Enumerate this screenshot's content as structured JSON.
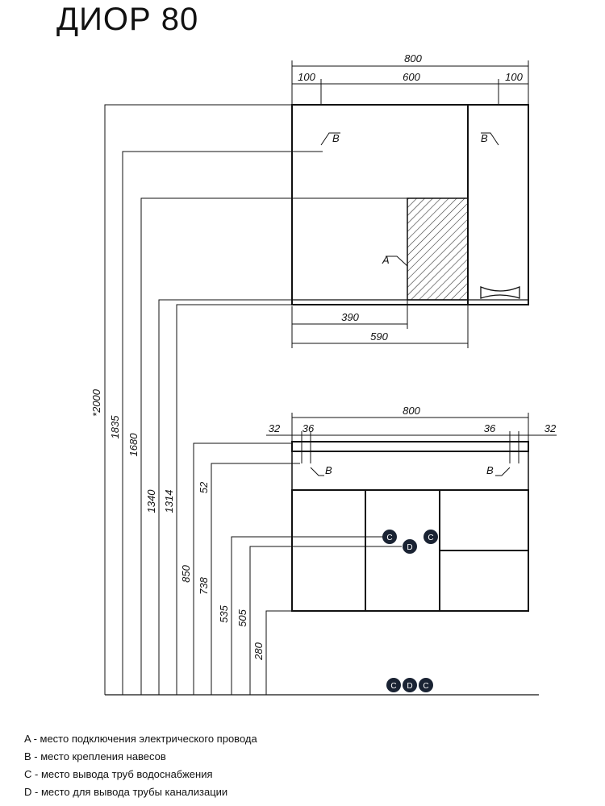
{
  "title": "ДИОР 80",
  "mirror": {
    "top_dims": {
      "total": "800",
      "left": "100",
      "middle": "600",
      "right": "100"
    },
    "bottom_dims": {
      "d390": "390",
      "d590": "590"
    },
    "mark_b": "B",
    "mark_a": "A"
  },
  "cabinet": {
    "top_dims": {
      "total": "800",
      "left_outer": "32",
      "left_inner": "36",
      "right_inner": "36",
      "right_outer": "32"
    },
    "mark_b": "B",
    "mark_c": "C",
    "mark_d": "D"
  },
  "heights": {
    "h2000": "*2000",
    "h1835": "1835",
    "h1680": "1680",
    "h1340": "1340",
    "h1314": "1314",
    "h850": "850",
    "h738": "738",
    "h52": "52",
    "h535": "535",
    "h505": "505",
    "h280": "280"
  },
  "legend": [
    "A - место подключения электрического провода",
    "B - место крепления навесов",
    "C - место вывода труб водоснабжения",
    "D - место для вывода трубы канализации"
  ],
  "colors": {
    "line": "#111111",
    "marker": "#1a2333"
  }
}
